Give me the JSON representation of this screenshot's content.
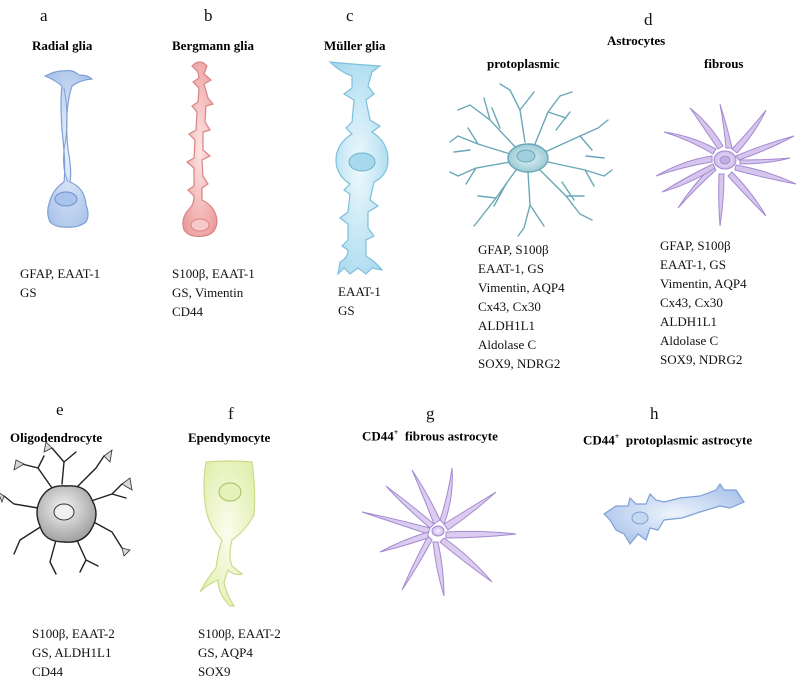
{
  "panels": {
    "a": {
      "letter": "a",
      "title": "Radial glia",
      "markers": [
        "GFAP, EAAT-1",
        "GS"
      ]
    },
    "b": {
      "letter": "b",
      "title": "Bergmann glia",
      "markers": [
        "S100β, EAAT-1",
        "GS, Vimentin",
        "CD44"
      ]
    },
    "c": {
      "letter": "c",
      "title": "Müller glia",
      "markers": [
        "EAAT-1",
        "GS"
      ]
    },
    "d": {
      "letter": "d",
      "title": "Astrocytes",
      "protoplasmic": {
        "title": "protoplasmic",
        "markers": [
          "GFAP, S100β",
          "EAAT-1, GS",
          "Vimentin, AQP4",
          "Cx43, Cx30",
          "ALDH1L1",
          "Aldolase C",
          "SOX9,  NDRG2"
        ]
      },
      "fibrous": {
        "title": "fibrous",
        "markers": [
          "GFAP, S100β",
          "EAAT-1, GS",
          "Vimentin, AQP4",
          "Cx43, Cx30",
          "ALDH1L1",
          "Aldolase C",
          "SOX9, NDRG2"
        ]
      }
    },
    "e": {
      "letter": "e",
      "title": "Oligodendrocyte",
      "markers": [
        "S100β, EAAT-2",
        "GS, ALDH1L1",
        "CD44"
      ]
    },
    "f": {
      "letter": "f",
      "title": "Ependymocyte",
      "markers": [
        "S100β, EAAT-2",
        "GS, AQP4",
        "SOX9"
      ]
    },
    "g": {
      "letter": "g",
      "title_main": "CD44",
      "title_sup": "+",
      "title_rest": "  fibrous astrocyte"
    },
    "h": {
      "letter": "h",
      "title_main": "CD44",
      "title_sup": "+",
      "title_rest": "  protoplasmic astrocyte"
    }
  },
  "colors": {
    "radial": "#c5d6f0",
    "bergmann": "#f2b8b8",
    "muller": "#c8e8f4",
    "protoplasmic": "#7fb9c7",
    "fibrous": "#d6c6ee",
    "oligodendrocyte": "#cfcfcf",
    "ependymocyte": "#eef6c8",
    "cd44_fibrous": "#dccdf0",
    "cd44_protoplasmic": "#c4d8f0"
  }
}
